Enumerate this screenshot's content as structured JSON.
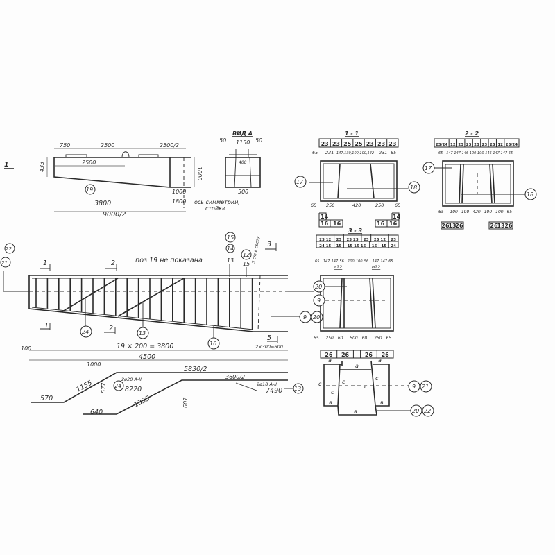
{
  "elevation_top": {
    "mark": "1",
    "dims": {
      "d750": "750",
      "d2500": "2500",
      "d2500_2": "2500/2",
      "inner2500": "2500",
      "h433": "433",
      "h1000": "1000",
      "d1000": "1000",
      "d1800": "1800",
      "d3800": "3800",
      "d9000_2": "9000/2"
    },
    "position": "19",
    "note_line1": "ось симметрии,",
    "note_line2": "стойки"
  },
  "view_a": {
    "title": "ВИД А",
    "w1150": "1150",
    "w50l": "50",
    "w50r": "50",
    "d400": "400",
    "d500": "500"
  },
  "elevation_main": {
    "note": "поз 19 не показана",
    "positions": {
      "p21": "21",
      "p22": "22",
      "p15": "15",
      "p14": "14",
      "p13top": "13",
      "p12": "12",
      "p15b": "15",
      "p24": "24",
      "p13": "13",
      "p16": "16",
      "p20": "20",
      "p9": "9",
      "p9b": "9",
      "p20b": "20"
    },
    "section_marks": {
      "s1": "1",
      "s1b": "1",
      "s2": "2",
      "s2b": "2",
      "s3": "3",
      "s5": "5"
    },
    "spacing_note": "5 cm в свету",
    "dims": {
      "d100": "100",
      "stirrups": "19 × 200 = 3800",
      "end": "2×300=600",
      "total": "4500"
    }
  },
  "bars": {
    "bar24": {
      "pos": "24",
      "spec": "2ø20 А-II",
      "length": "8220",
      "d1000": "1000",
      "d5830": "5830/2",
      "d1155": "1155",
      "d570": "570",
      "d577": "577"
    },
    "bar13": {
      "pos": "13",
      "spec": "2ø18 А-II",
      "length": "7490",
      "d640": "640",
      "d1335": "1335",
      "d3600": "3600/2",
      "d607": "607"
    }
  },
  "section_1_1": {
    "title": "1 - 1",
    "top_table": [
      "23",
      "23",
      "25",
      "25",
      "23",
      "23",
      "23"
    ],
    "top_dims": [
      "65",
      "231",
      "147,130,100,100,142",
      "231",
      "65"
    ],
    "bottom_dims": [
      "65",
      "250",
      "420",
      "250",
      "65"
    ],
    "left_table": [
      "14",
      "16",
      "16"
    ],
    "right_table": [
      "14",
      "16",
      "16"
    ],
    "callouts": [
      "17",
      "18"
    ]
  },
  "section_2_2": {
    "title": "2 - 2",
    "top_table": [
      "23/24",
      "12",
      "23",
      "23",
      "23",
      "23",
      "23",
      "12",
      "23/24"
    ],
    "top_dims": [
      "65",
      "147",
      "147",
      "146",
      "100",
      "100",
      "146",
      "147",
      "147",
      "65"
    ],
    "bottom_dims": [
      "65",
      "100",
      "100",
      "420",
      "100",
      "100",
      "65"
    ],
    "left_table": [
      "26",
      "13",
      "26"
    ],
    "right_table": [
      "26",
      "13",
      "26"
    ],
    "callouts": [
      "17",
      "18"
    ]
  },
  "section_3_3": {
    "title": "3 - 3",
    "table_row1": [
      "23 12",
      "23",
      "23 23",
      "23",
      "23 12",
      "23"
    ],
    "table_row2": [
      "24 15",
      "15",
      "15 15 15",
      "15",
      "15",
      "24"
    ],
    "top_dims": [
      "65",
      "147",
      "147",
      "56",
      "100",
      "100",
      "56",
      "147",
      "147",
      "65"
    ],
    "bar_marks": [
      "ø12",
      "ø12"
    ],
    "bottom_dims": [
      "65",
      "250",
      "60",
      "500",
      "60",
      "250",
      "65"
    ],
    "bottom_table": [
      "26",
      "26",
      "",
      "26",
      "26"
    ],
    "callouts": [
      "20",
      "9",
      "9",
      "20"
    ]
  },
  "stirrup_shape": {
    "letters": {
      "a1": "a",
      "a2": "a",
      "a3": "a",
      "c1": "c",
      "c2": "c",
      "c3": "c",
      "c4": "c",
      "c5": "c",
      "b1": "в",
      "b2": "в",
      "b3": "в"
    },
    "callouts": [
      "9",
      "21",
      "20",
      "22"
    ]
  }
}
